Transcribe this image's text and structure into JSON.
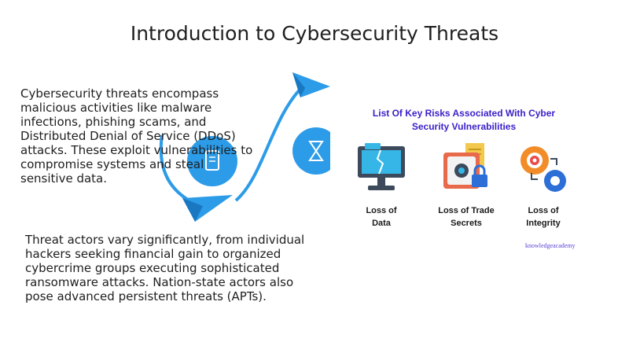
{
  "page": {
    "title": "Introduction to Cybersecurity Threats",
    "paragraph_1": "Cybersecurity threats encompass\nmalicious activities like malware\ninfections, phishing scams, and\nDistributed Denial of Service (DDoS)\nattacks. These exploit vulnerabilities to\ncompromise systems and steal\nsensitive data.",
    "paragraph_2": "Threat actors vary significantly, from individual\nhackers seeking financial gain to organized\ncybercrime groups executing sophisticated\nransomware attacks. Nation-state actors also\npose advanced persistent threats (APTs)."
  },
  "decor": {
    "accent_color": "#2c9be8",
    "icons": [
      "paper-plane-icon",
      "device-icon",
      "hourglass-icon"
    ]
  },
  "risk_panel": {
    "title": "List Of Key Risks Associated With Cyber\nSecurity Vulnerabilities",
    "title_color": "#3a1fc9",
    "items": [
      {
        "label": "Loss of\nData",
        "icon": "broken-monitor-icon"
      },
      {
        "label": "Loss of Trade\nSecrets",
        "icon": "vault-icon"
      },
      {
        "label": "Loss of\nIntegrity",
        "icon": "gears-icon"
      }
    ],
    "brand": "knowledgeacademy"
  }
}
